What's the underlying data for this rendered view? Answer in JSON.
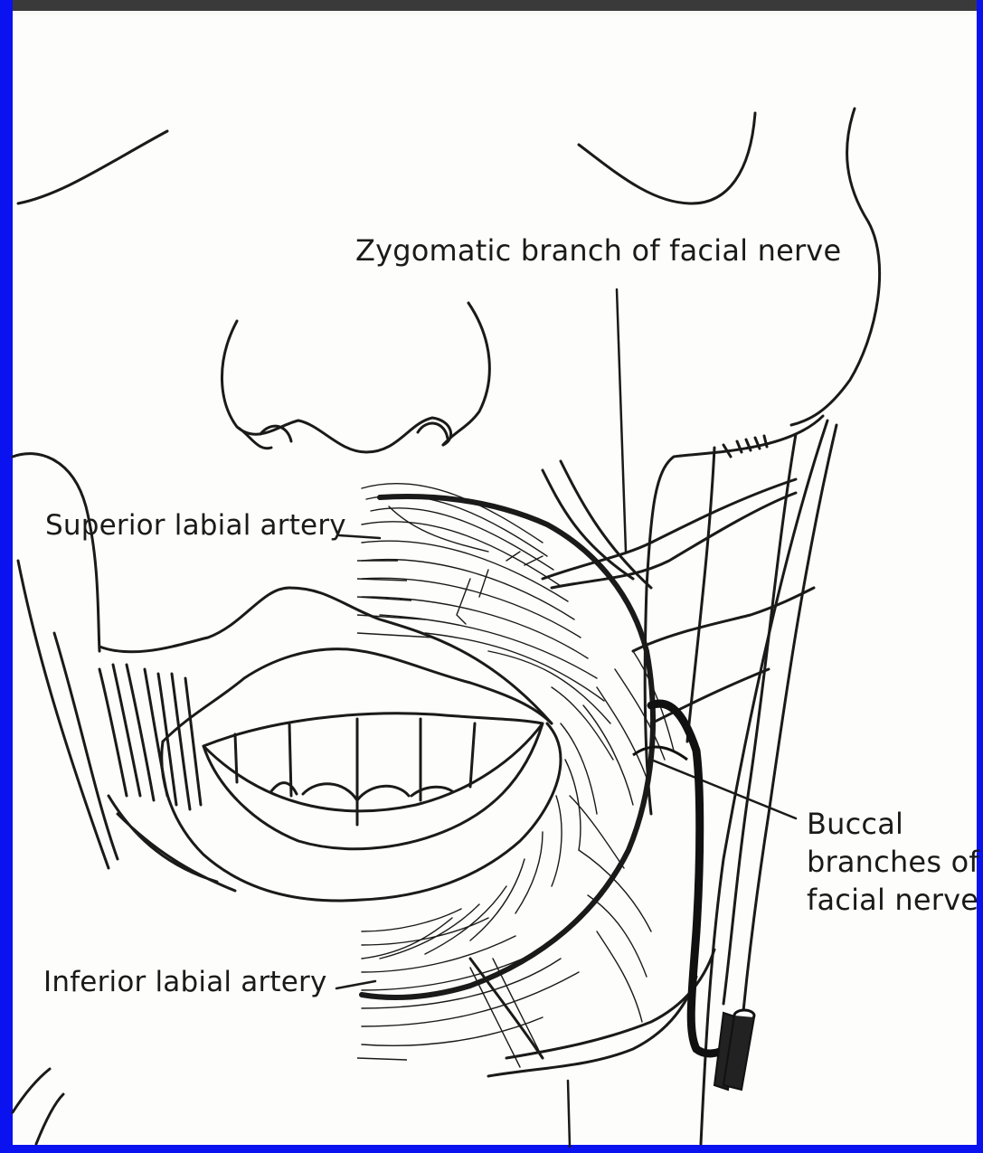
{
  "labels": {
    "zygomatic_branch": "Zygomatic branch of facial nerve",
    "superior_labial_artery": "Superior labial artery",
    "inferior_labial_artery": "Inferior labial artery",
    "buccal_branches": [
      "Buccal",
      "branches of",
      "facial nerve"
    ]
  },
  "colors": {
    "frame": "#0a12f0",
    "ink": "#1a1a1a",
    "paper": "#fdfdfb"
  }
}
